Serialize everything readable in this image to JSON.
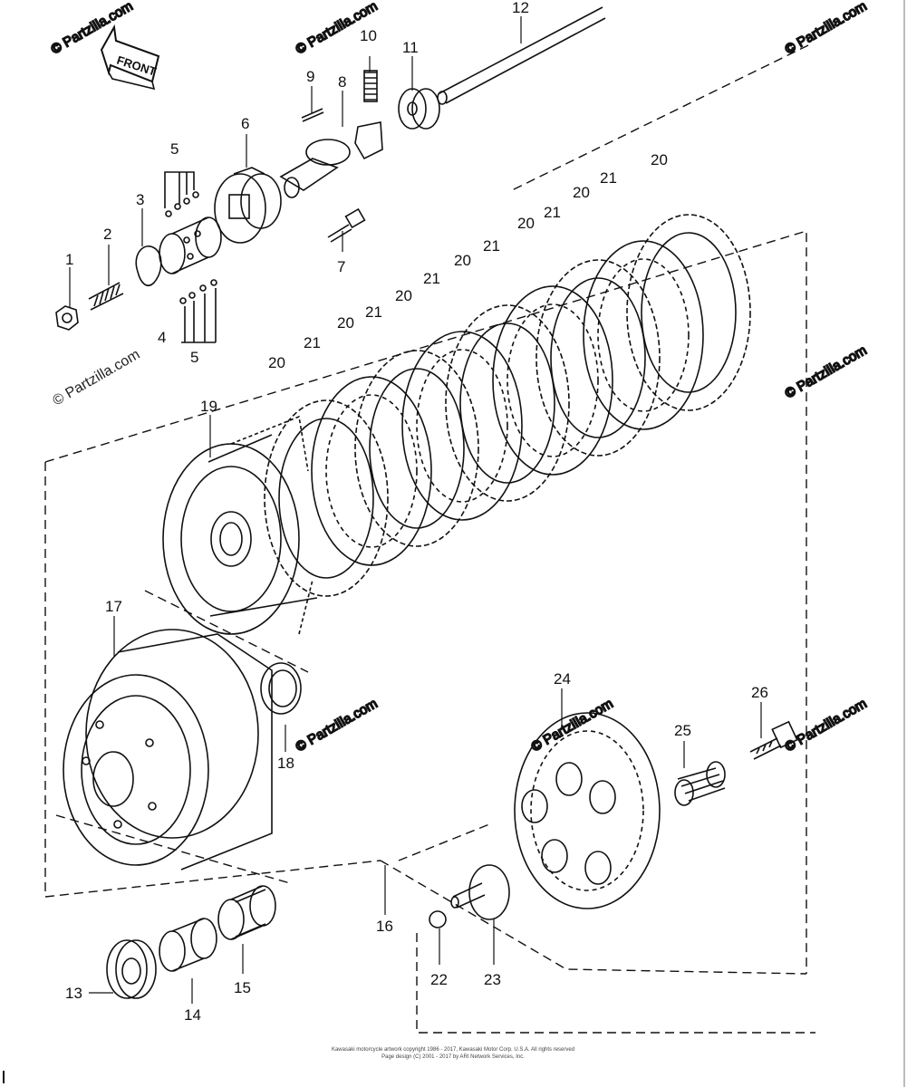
{
  "diagram": {
    "front_label": "FRONT",
    "watermark": "© Partzilla.com",
    "callouts": [
      "1",
      "2",
      "3",
      "4",
      "5",
      "5",
      "6",
      "7",
      "8",
      "9",
      "10",
      "11",
      "12",
      "13",
      "14",
      "15",
      "16",
      "17",
      "18",
      "19",
      "20",
      "20",
      "20",
      "20",
      "20",
      "20",
      "20",
      "21",
      "21",
      "21",
      "21",
      "21",
      "21",
      "22",
      "23",
      "24",
      "25",
      "26"
    ]
  },
  "footer": {
    "line1": "Kawasaki motorcycle artwork copyright 1986 - 2017, Kawasaki Motor Corp. U.S.A. All rights reserved",
    "line2": "Page design (C) 2001 - 2017 by ARI Network Services, Inc."
  }
}
